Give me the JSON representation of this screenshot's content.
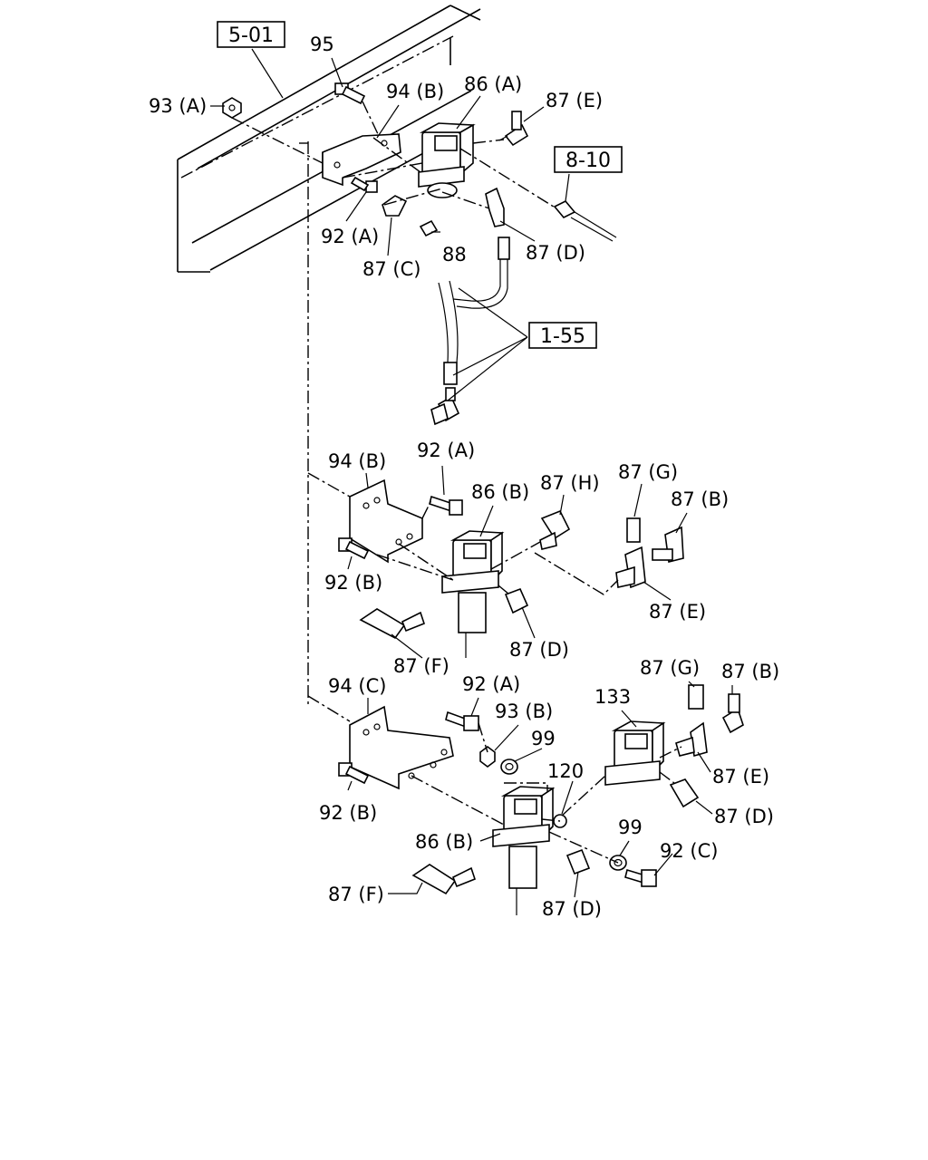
{
  "refs": {
    "r501": "5-01",
    "r810": "8-10",
    "r155": "1-55"
  },
  "labels": {
    "l95": "95",
    "l93a": "93 (A)",
    "l94b_top": "94 (B)",
    "l86a": "86 (A)",
    "l87e_top": "87 (E)",
    "l92a_top": "92 (A)",
    "l87c": "87 (C)",
    "l88": "88",
    "l87d_top": "87 (D)",
    "l94b_mid": "94 (B)",
    "l92a_mid": "92 (A)",
    "l86b_mid": "86 (B)",
    "l87h": "87 (H)",
    "l87g_mid": "87 (G)",
    "l87b_mid": "87 (B)",
    "l92b_mid": "92 (B)",
    "l87e_mid": "87 (E)",
    "l87f_mid": "87 (F)",
    "l87d_mid": "87 (D)",
    "l94c": "94 (C)",
    "l92a_bot": "92 (A)",
    "l93b": "93 (B)",
    "l99_a": "99",
    "l133": "133",
    "l87g_bot": "87 (G)",
    "l87b_bot": "87 (B)",
    "l120": "120",
    "l87e_bot": "87 (E)",
    "l87d_bot_r": "87 (D)",
    "l92b_bot": "92 (B)",
    "l86b_bot": "86 (B)",
    "l99_b": "99",
    "l92c": "92 (C)",
    "l87f_bot": "87 (F)",
    "l87d_bot": "87 (D)"
  }
}
